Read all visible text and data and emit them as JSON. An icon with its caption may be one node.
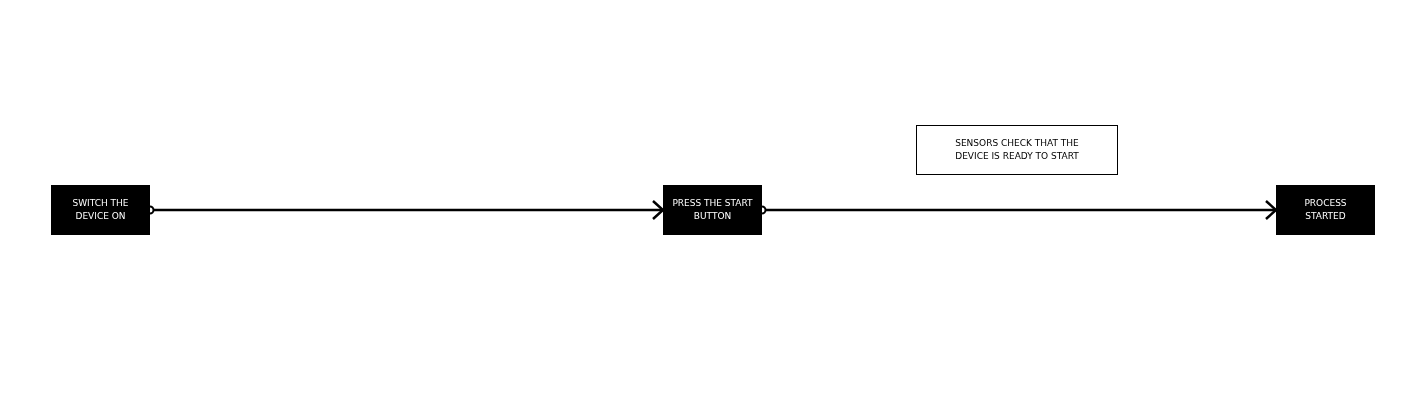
{
  "diagram": {
    "nodes": [
      {
        "text": [
          "SWITCH THE DEVICE ON"
        ]
      },
      {
        "text": [
          "PRESS THE START BUTTON"
        ]
      },
      {
        "text": [
          "SENSORS CHECK THAT THE DEVICE IS READY TO START"
        ]
      },
      {
        "text": [
          "PROCESS STARTED"
        ]
      }
    ],
    "edges": [
      {
        "from": 0,
        "to": 1,
        "arrow": "to"
      },
      {
        "from": 1,
        "to": 3,
        "arrow": "to"
      }
    ]
  }
}
